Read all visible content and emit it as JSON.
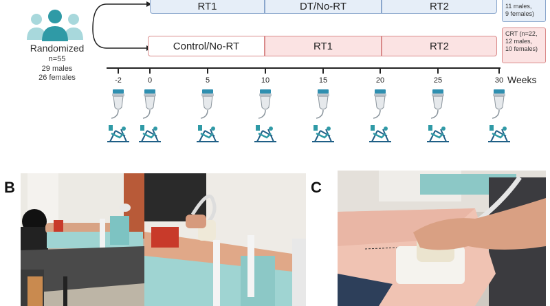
{
  "panel_a": {
    "randomized": {
      "title": "Randomized",
      "n": "n=55",
      "males": "29 males",
      "females": "26 females"
    },
    "top_row": {
      "boxes": [
        "RT1",
        "DT/No-RT",
        "RT2"
      ],
      "side_label": "11 males,\n9 females)"
    },
    "bottom_row": {
      "boxes": [
        "Control/No-RT",
        "RT1",
        "RT2"
      ],
      "side_label": "CRT (n=22,\n12 males,\n10 females)"
    },
    "timeline": {
      "ticks": [
        "-2",
        "0",
        "5",
        "10",
        "15",
        "20",
        "25",
        "30"
      ],
      "unit_label": "Weeks"
    },
    "icons": [
      "ultrasound-probe-icon",
      "leg-press-machine-icon"
    ]
  },
  "panel_b": {
    "letter": "B"
  },
  "panel_c": {
    "letter": "C"
  }
}
